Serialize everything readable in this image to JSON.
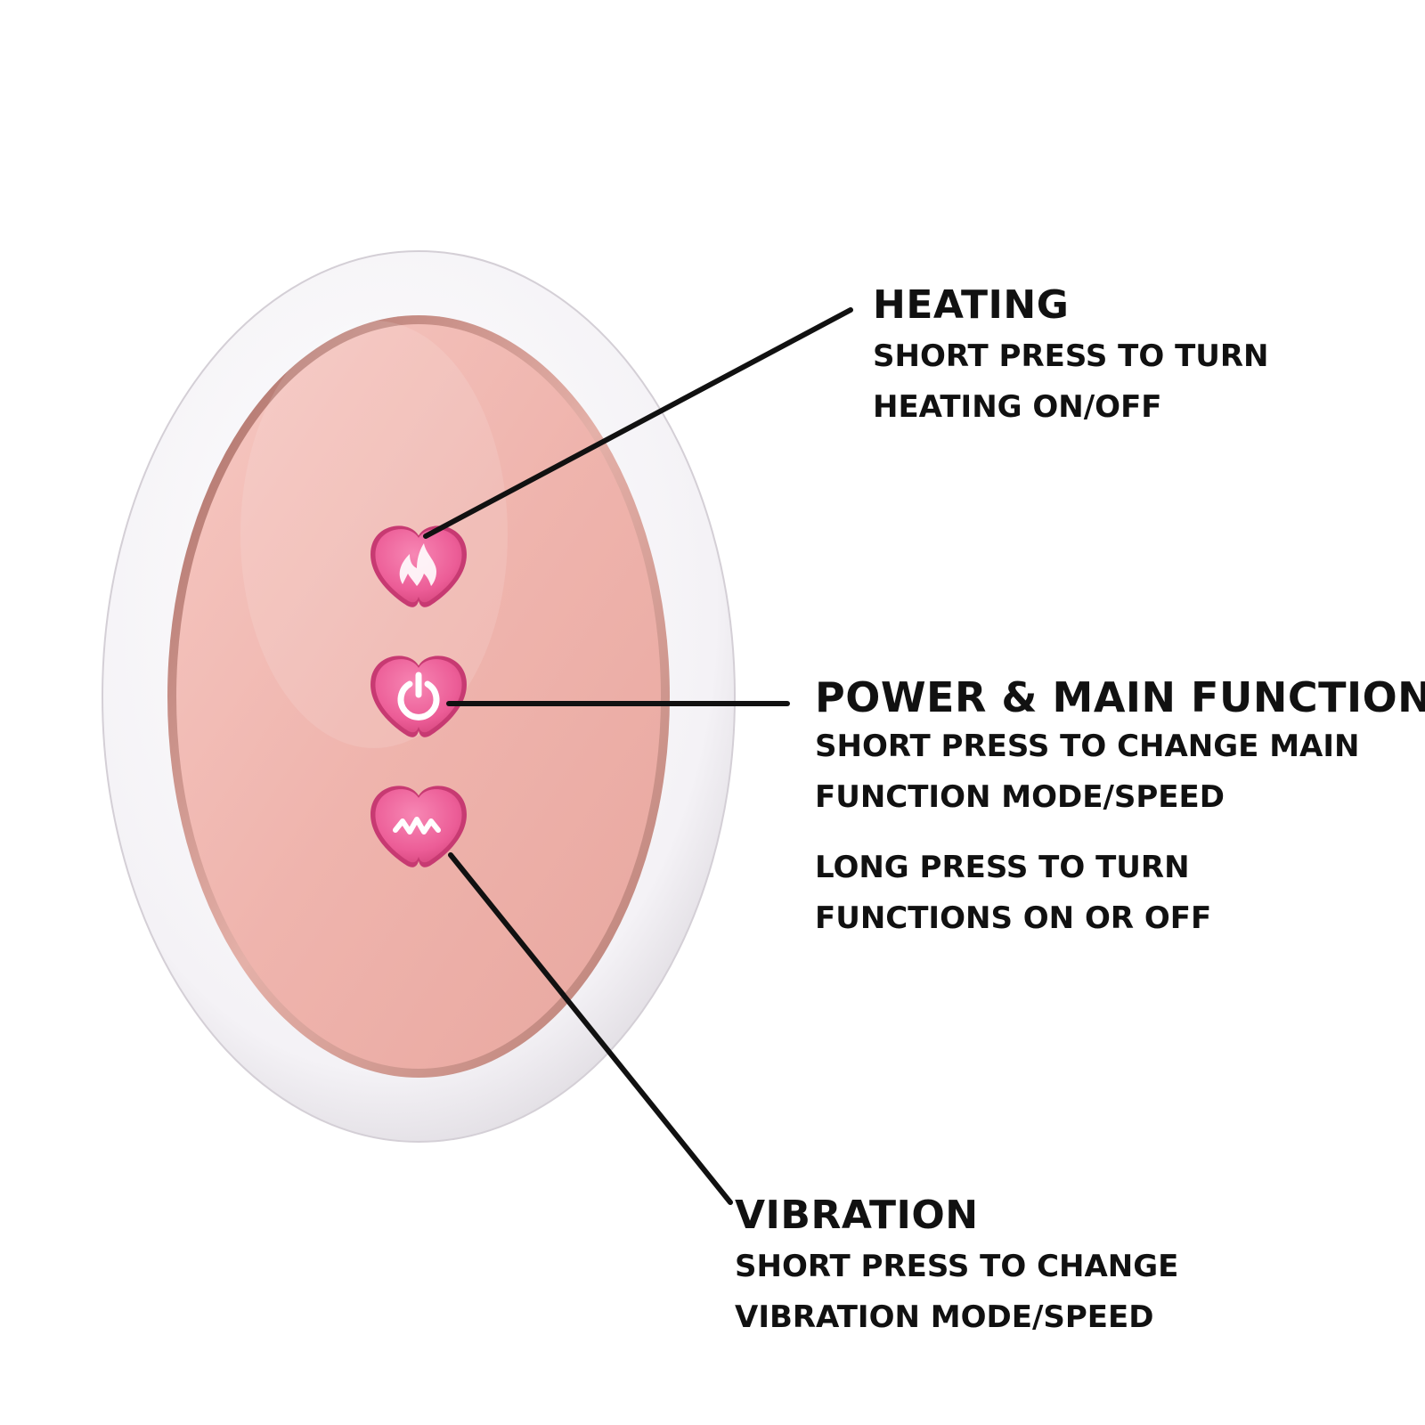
{
  "colors": {
    "background": "#ffffff",
    "bezel": "#f6f4f7",
    "panel": "#f0b9b3",
    "panel_rim": "#c98f86",
    "button": "#ec5d97",
    "button_edge": "#c73a72",
    "icon": "#ffffff",
    "text": "#111111",
    "leader_line": "#111111"
  },
  "device": {
    "buttons": [
      {
        "name": "heating",
        "icon": "flame-icon"
      },
      {
        "name": "power",
        "icon": "power-icon"
      },
      {
        "name": "vibration",
        "icon": "wave-icon"
      }
    ]
  },
  "labels": {
    "heating": {
      "title": "HEATING",
      "lines": [
        "SHORT PRESS TO TURN",
        "HEATING ON/OFF"
      ]
    },
    "power": {
      "title": "POWER & MAIN FUNCTION",
      "short_press": [
        "SHORT PRESS TO CHANGE MAIN",
        "FUNCTION MODE/SPEED"
      ],
      "long_press": [
        "LONG PRESS TO TURN",
        "FUNCTIONS ON OR OFF"
      ]
    },
    "vibration": {
      "title": "VIBRATION",
      "lines": [
        "SHORT PRESS TO CHANGE",
        "VIBRATION MODE/SPEED"
      ]
    }
  }
}
